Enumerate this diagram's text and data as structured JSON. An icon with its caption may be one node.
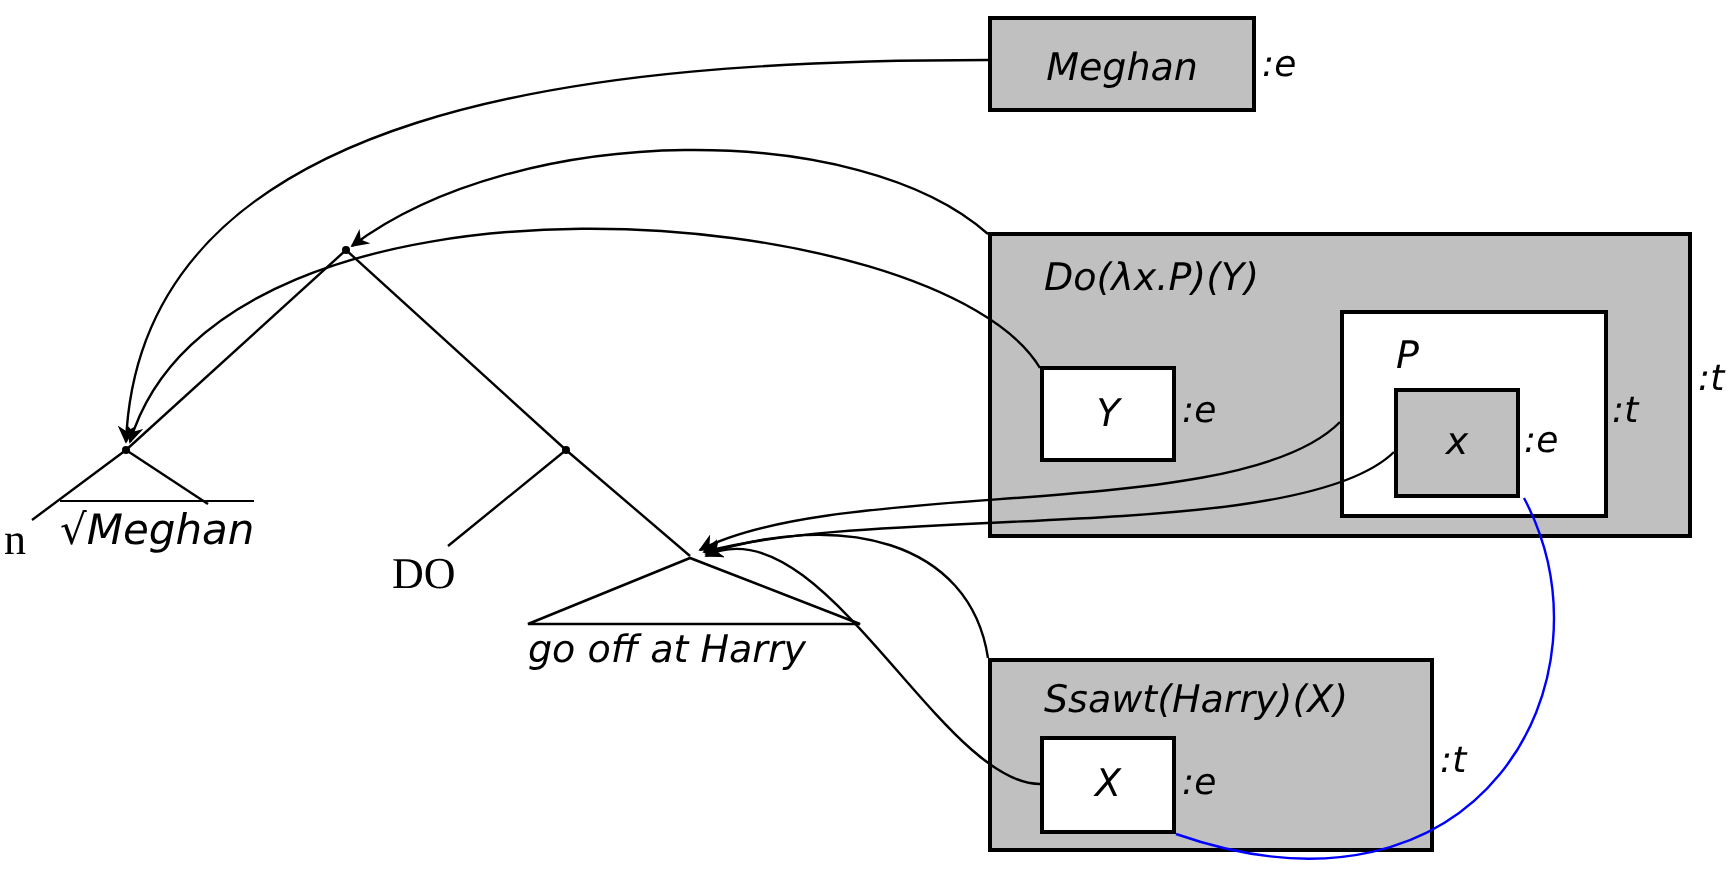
{
  "diagram": {
    "nodes": [
      {
        "text": [
          "Meghan"
        ],
        "beside": [
          ":e"
        ]
      },
      {
        "text": [
          "Do(λx.P)(Y)"
        ],
        "beside": [
          ":t"
        ]
      },
      {
        "text": [
          "Y"
        ],
        "in": 1,
        "beside": [
          ":e"
        ]
      },
      {
        "text": [
          "P"
        ],
        "in": 1,
        "beside": [
          ":t"
        ]
      },
      {
        "text": [
          "x"
        ],
        "in": 3,
        "beside": [
          ":e"
        ]
      },
      {
        "text": [
          "Ssawt(Harry)(X)"
        ],
        "beside": [
          ":t"
        ]
      },
      {
        "text": [
          "X"
        ],
        "in": 5,
        "beside": [
          ":e"
        ]
      },
      {
        "text": [],
        "shape": "point"
      },
      {
        "text": [],
        "shape": "point"
      },
      {
        "text": [
          "n"
        ]
      },
      {
        "text": [
          "√Meghan"
        ]
      },
      {
        "text": [],
        "shape": "point"
      },
      {
        "text": [
          "DO"
        ]
      },
      {
        "text": [
          "go off at Harry"
        ]
      }
    ],
    "edges": [
      {
        "from": 7,
        "to": 8,
        "arrow": "none"
      },
      {
        "from": 7,
        "to": 11,
        "arrow": "none"
      },
      {
        "from": 8,
        "to": 9,
        "arrow": "none"
      },
      {
        "from": 8,
        "to": 10,
        "arrow": "none"
      },
      {
        "from": 11,
        "to": 12,
        "arrow": "none"
      },
      {
        "from": 11,
        "to": 13,
        "arrow": "none"
      },
      {
        "from": 0,
        "to": 8,
        "arrow": "to"
      },
      {
        "from": 1,
        "to": 7,
        "arrow": "to"
      },
      {
        "from": 2,
        "to": 8,
        "arrow": "to"
      },
      {
        "from": 3,
        "to": 13,
        "arrow": "to"
      },
      {
        "from": 4,
        "to": 13,
        "arrow": "to"
      },
      {
        "from": 5,
        "to": 13,
        "arrow": "to"
      },
      {
        "from": 6,
        "to": 13,
        "arrow": "to"
      },
      {
        "from": 4,
        "to": 6,
        "arrow": "none",
        "color": "#0000ff"
      }
    ]
  }
}
